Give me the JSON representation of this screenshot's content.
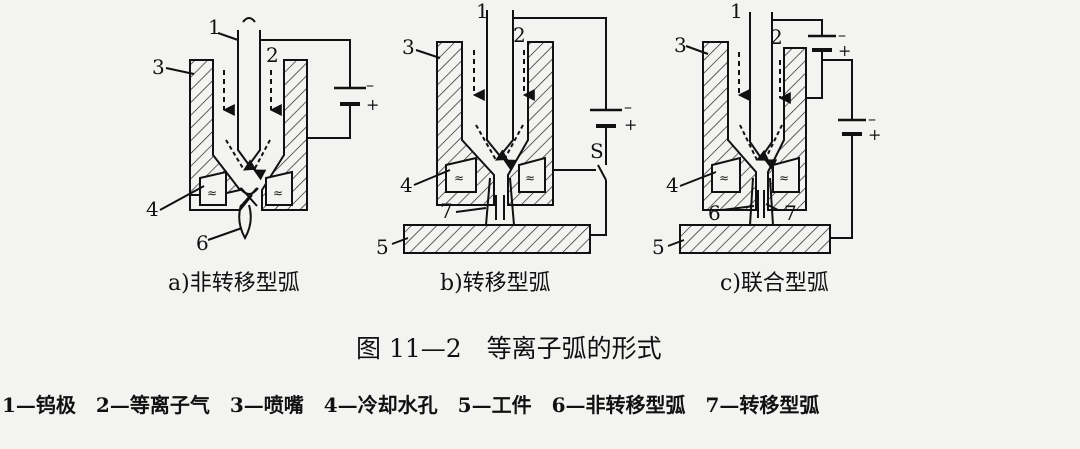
{
  "figure": {
    "title": "图 11—2　等离子弧的形式",
    "legend": "1—钨极　2—等离子气　3—喷嘴　4—冷却水孔　5—工件　6—非转移型弧　7—转移型弧"
  },
  "panels": [
    {
      "id": "a",
      "caption": "a)非转移型弧"
    },
    {
      "id": "b",
      "caption": "b)转移型弧"
    },
    {
      "id": "c",
      "caption": "c)联合型弧"
    }
  ],
  "labels": {
    "n1": "1",
    "n2": "2",
    "n3": "3",
    "n4": "4",
    "n5": "5",
    "n6": "6",
    "n7": "7",
    "switch": "S",
    "polarity": "-\n+"
  },
  "colors": {
    "line": "#111111",
    "hatch": "#222222",
    "paper": "#f3f3f1"
  }
}
